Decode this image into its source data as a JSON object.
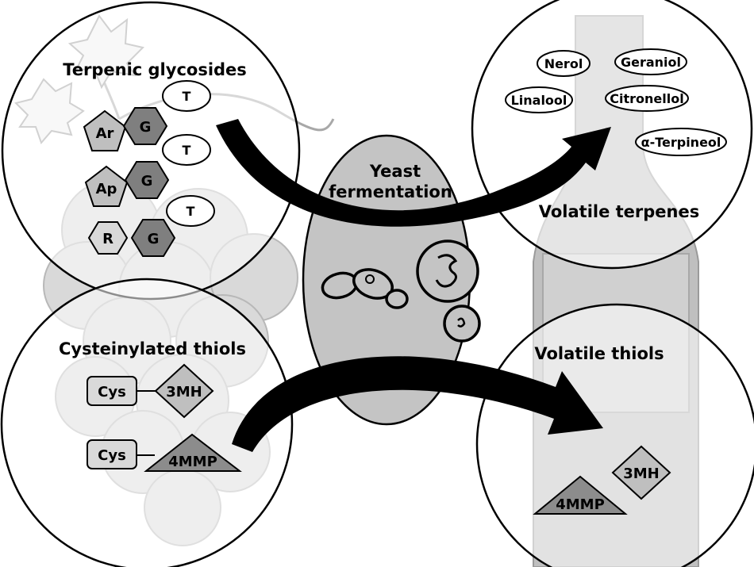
{
  "terpenic_glycosides": {
    "title": "Terpenic glycosides",
    "rows": [
      {
        "aglycone": "Ar",
        "sugar": "G",
        "terpene": "T"
      },
      {
        "aglycone": "Ap",
        "sugar": "G",
        "terpene": "T"
      },
      {
        "aglycone": "R",
        "sugar": "G",
        "terpene": "T"
      }
    ]
  },
  "yeast": {
    "line1": "Yeast",
    "line2": "fermentation"
  },
  "volatile_terpenes": {
    "title": "Volatile terpenes",
    "compounds": [
      "Nerol",
      "Geraniol",
      "Linalool",
      "Citronellol",
      "α-Terpineol"
    ]
  },
  "cysteinylated_thiols": {
    "title": "Cysteinylated thiols",
    "rows": [
      {
        "carrier": "Cys",
        "thiol": "3MH"
      },
      {
        "carrier": "Cys",
        "thiol": "4MMP"
      }
    ]
  },
  "volatile_thiols": {
    "title": "Volatile thiols",
    "thiols": [
      "3MH",
      "4MMP"
    ]
  },
  "colors": {
    "grape": "#d9d9d9",
    "bottle": "#bfbfbf",
    "bottle_label": "#d0d0d0",
    "yeast_oval": "#c4c4c4",
    "hexagon_dark": "#7f7f7f",
    "shape_light": "#bfbfbf"
  }
}
